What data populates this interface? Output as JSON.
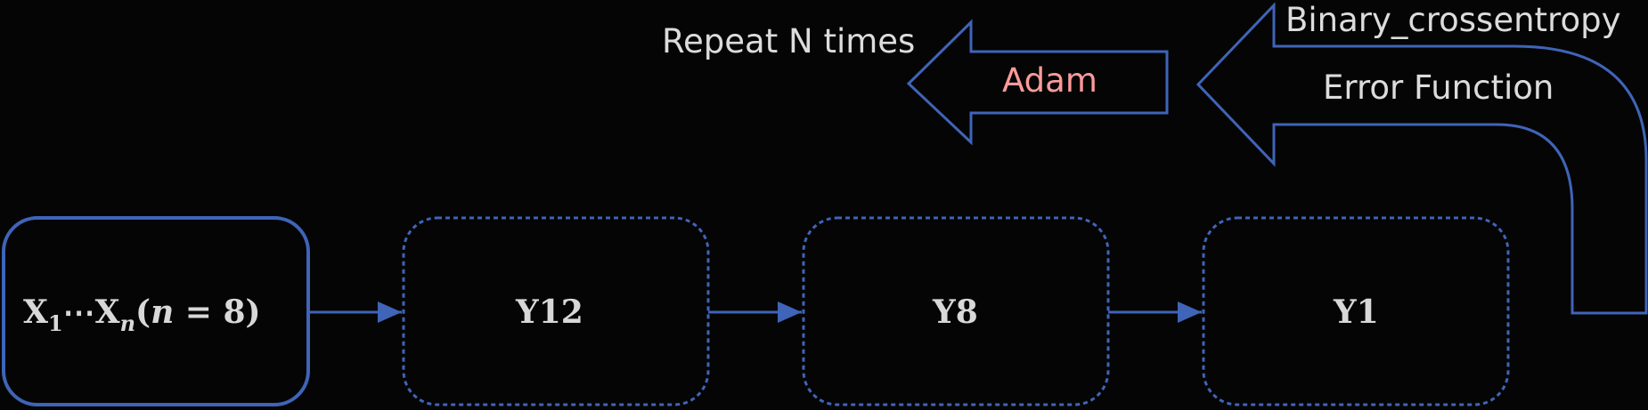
{
  "colors": {
    "background": "#050505",
    "stroke": "#3f64b8",
    "text": "#dcdcdc",
    "accent": "#ff9a9a"
  },
  "nodes": {
    "input": {
      "x_sym": "X",
      "sub_1": "1",
      "dots": "⋯",
      "x_sym_2": "X",
      "sub_n": "n",
      "cond_open": "(",
      "cond_var": "n",
      "cond_rest": " = 8)"
    },
    "layer1": {
      "label": "Y12"
    },
    "layer2": {
      "label": "Y8"
    },
    "output": {
      "label": "Y1"
    }
  },
  "feedback": {
    "loss_name": "Binary_crossentropy",
    "loss_type": "Error Function",
    "optimizer": "Adam",
    "repeat": "Repeat N times"
  }
}
